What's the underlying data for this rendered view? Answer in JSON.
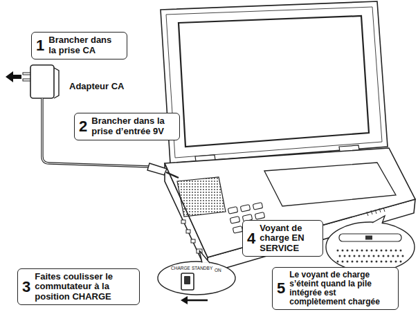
{
  "diagram": {
    "nodes": [
      {
        "text": [
          "1",
          "Brancher dans la prise CA"
        ]
      },
      {
        "text": [
          "2",
          "Brancher dans la prise d’entrée 9V"
        ]
      },
      {
        "text": [
          "3",
          "Faites coulisser le commutateur à la position CHARGE"
        ]
      },
      {
        "text": [
          "4",
          "Voyant de charge EN SERVICE"
        ]
      },
      {
        "text": [
          "5",
          "Le voyant de charge s’éteint quand la pile intégrée est complètement chargée"
        ]
      }
    ],
    "labels": [
      "Adapteur CA",
      "CHARGE",
      "STANDBY",
      "ON"
    ]
  }
}
